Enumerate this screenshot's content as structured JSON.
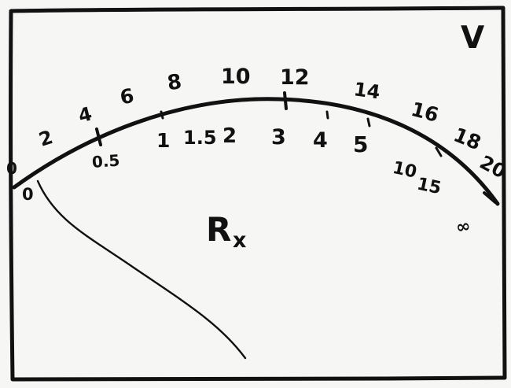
{
  "meter": {
    "unit_label": "V",
    "quantity_label": "Rx",
    "quantity_main": "R",
    "quantity_sub": "x"
  },
  "scale": {
    "voltage_ticks": [
      "0",
      "2",
      "4",
      "6",
      "8",
      "10",
      "12",
      "14",
      "16",
      "18",
      "20"
    ],
    "resistance_ticks": [
      "0",
      "0.5",
      "1",
      "1.5",
      "2",
      "3",
      "4",
      "5",
      "10",
      "15",
      "∞"
    ]
  },
  "colors": {
    "ink": "#111111",
    "paper": "#f6f6f4"
  }
}
